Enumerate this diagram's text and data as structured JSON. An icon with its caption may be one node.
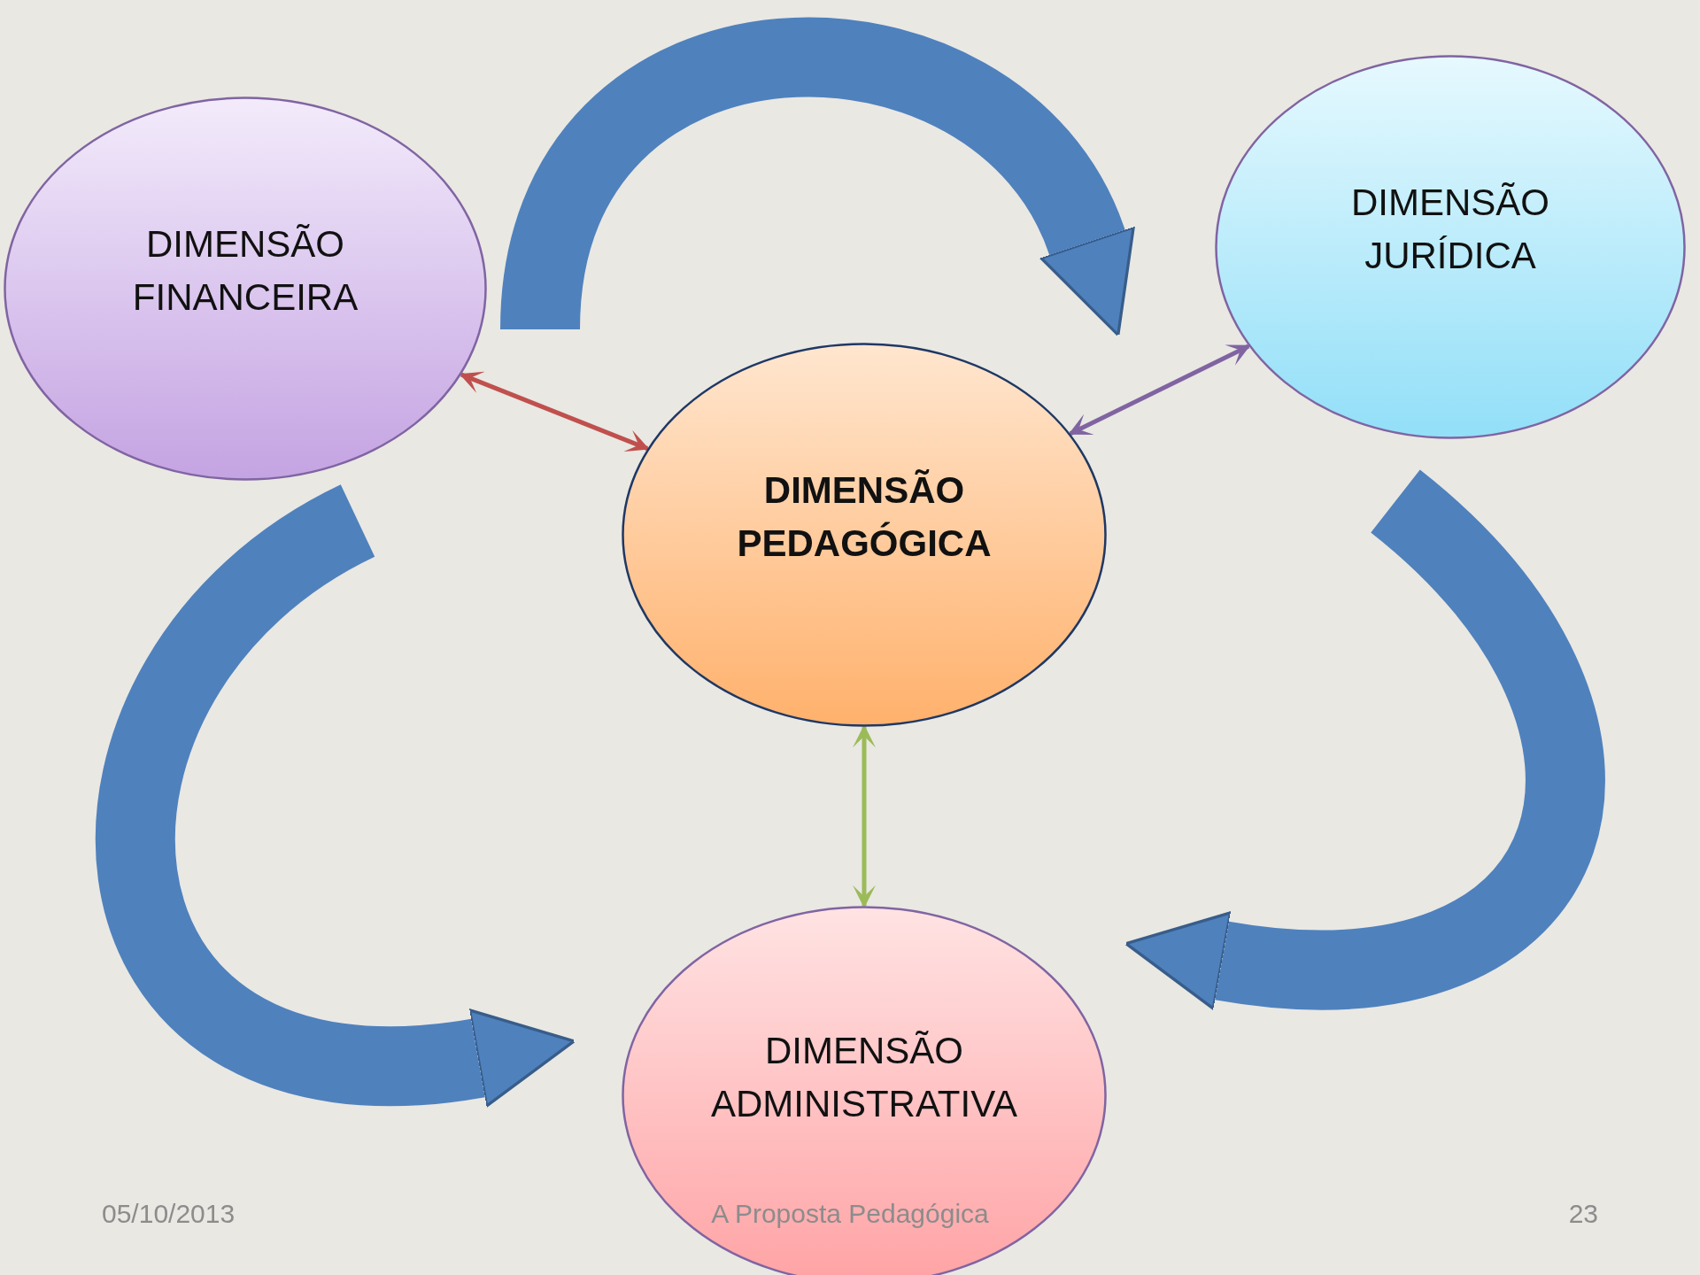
{
  "diagram": {
    "nodes": [
      {
        "text": [
          "DIMENSÃO FINANCEIRA"
        ]
      },
      {
        "text": [
          "DIMENSÃO JURÍDICA"
        ]
      },
      {
        "text": [
          "DIMENSÃO PEDAGÓGICA"
        ]
      },
      {
        "text": [
          "DIMENSÃO ADMINISTRATIVA"
        ]
      }
    ],
    "edges": [
      {
        "from": 0,
        "to": 1,
        "arrow": "to",
        "style": "thick",
        "color": "#4f81bd"
      },
      {
        "from": 1,
        "to": 3,
        "arrow": "to",
        "style": "thick",
        "color": "#4f81bd"
      },
      {
        "from": 0,
        "to": 3,
        "arrow": "to",
        "style": "thick",
        "color": "#4f81bd"
      },
      {
        "from": 0,
        "to": 2,
        "arrow": "both",
        "color": "#c0504d"
      },
      {
        "from": 1,
        "to": 2,
        "arrow": "both",
        "color": "#8064a2"
      },
      {
        "from": 2,
        "to": 3,
        "arrow": "both",
        "color": "#9bbb59"
      }
    ],
    "labels": [
      "05/10/2013",
      "A Proposta Pedagógica",
      "23"
    ]
  }
}
